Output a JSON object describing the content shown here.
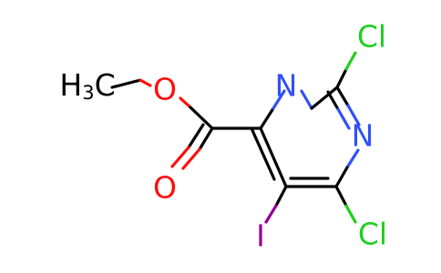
{
  "molecule": {
    "atoms": {
      "methyl": "H3C",
      "ester_o": "O",
      "carbonyl_o": "O",
      "n1": "N",
      "n3": "N",
      "cl2": "Cl",
      "cl6": "Cl",
      "i5": "I"
    },
    "colors": {
      "carbon": "#000000",
      "oxygen": "#ff0d0d",
      "nitrogen": "#3050f8",
      "chlorine": "#1fcf1f",
      "iodine": "#940094"
    }
  }
}
